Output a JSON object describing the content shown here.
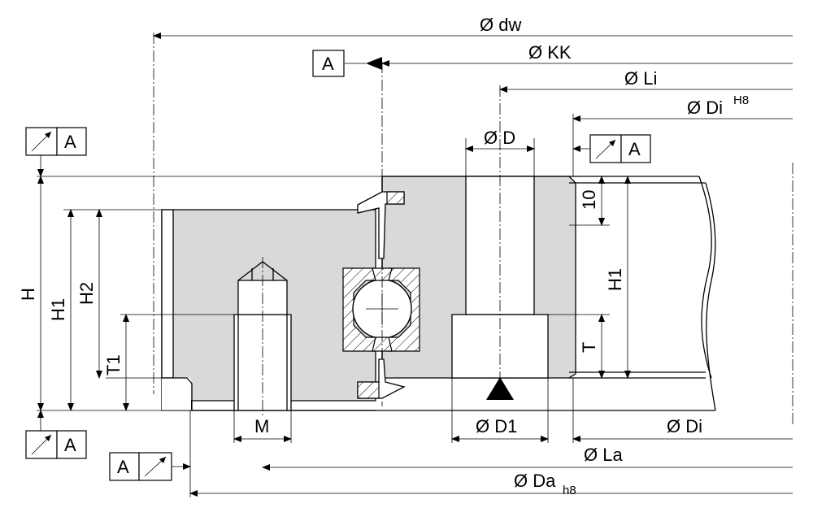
{
  "dimensions": {
    "dw": "Ø dw",
    "kk": "Ø KK",
    "li": "Ø Li",
    "di_top": "Ø Di",
    "di_top_tolerance": "H8",
    "d": "Ø D",
    "d1": "Ø D1",
    "di_bottom": "Ø Di",
    "la": "Ø La",
    "da": "Ø Da",
    "da_tolerance": "h8",
    "m": "M",
    "h": "H",
    "h1_left": "H1",
    "h2": "H2",
    "t1": "T1",
    "h1_right": "H1",
    "t": "T",
    "ten": "10"
  },
  "datum": "A",
  "colors": {
    "part_fill": "#d9d9d9",
    "line": "#000000"
  }
}
